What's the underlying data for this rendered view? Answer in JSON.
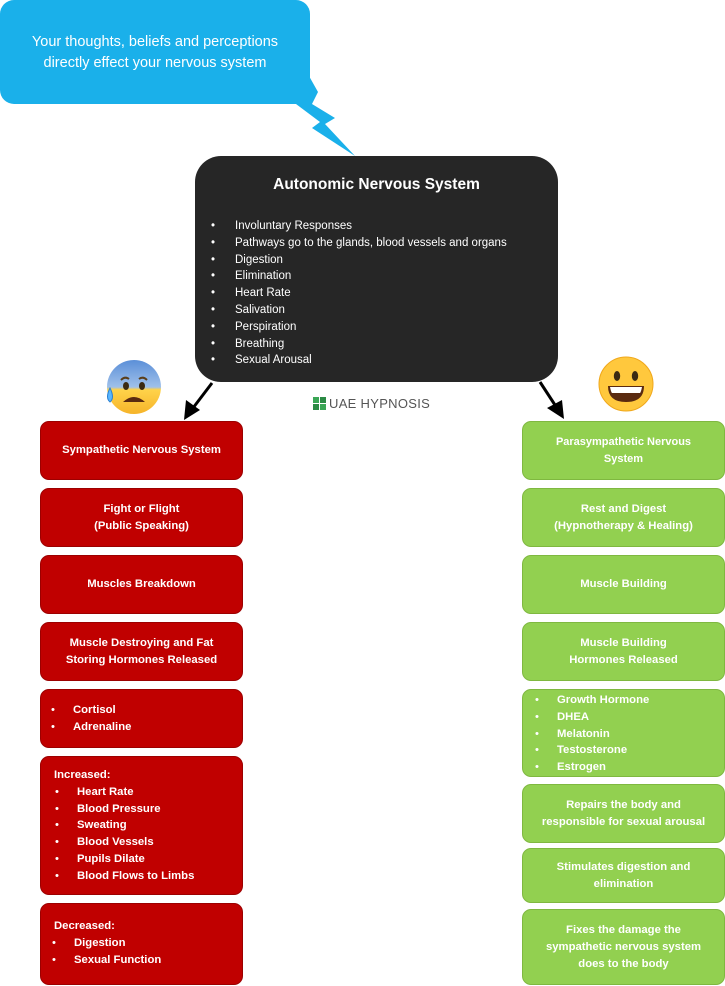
{
  "bubble": {
    "line1": "Your thoughts, beliefs and perceptions",
    "line2": "directly effect your nervous system"
  },
  "ans": {
    "title": "Autonomic Nervous System",
    "items": [
      "Involuntary Responses",
      "Pathways go to the glands, blood vessels and organs",
      "Digestion",
      "Elimination",
      "Heart Rate",
      "Salivation",
      "Perspiration",
      "Breathing",
      "Sexual Arousal"
    ]
  },
  "logo": {
    "text": "UAE HYPNOSIS"
  },
  "sympathetic": {
    "title": "Sympathetic Nervous System",
    "fight_1": "Fight or Flight",
    "fight_2": "(Public Speaking)",
    "breakdown": "Muscles Breakdown",
    "hormones_1": "Muscle Destroying and Fat",
    "hormones_2": "Storing Hormones Released",
    "stress_hormones": [
      "Cortisol",
      "Adrenaline"
    ],
    "increased_label": "Increased:",
    "increased": [
      "Heart Rate",
      "Blood Pressure",
      "Sweating",
      "Blood Vessels",
      "Pupils Dilate",
      "Blood Flows to Limbs"
    ],
    "decreased_label": "Decreased:",
    "decreased": [
      "Digestion",
      "Sexual Function"
    ]
  },
  "parasympathetic": {
    "title_1": "Parasympathetic Nervous",
    "title_2": "System",
    "rest_1": "Rest and Digest",
    "rest_2": "(Hypnotherapy & Healing)",
    "building": "Muscle Building",
    "hormones_1": "Muscle Building",
    "hormones_2": "Hormones Released",
    "hormone_list": [
      "Growth Hormone",
      "DHEA",
      "Melatonin",
      "Testosterone",
      "Estrogen"
    ],
    "repairs_1": "Repairs the body and",
    "repairs_2": "responsible for sexual arousal",
    "stimulates_1": "Stimulates digestion and",
    "stimulates_2": "elimination",
    "fixes_1": "Fixes the damage the",
    "fixes_2": "sympathetic nervous system",
    "fixes_3": "does to the body"
  },
  "colors": {
    "bubble": "#1ab0ea",
    "central": "#262626",
    "sympathetic": "#c00000",
    "parasympathetic": "#92d050"
  },
  "icons": [
    "anxious-sweat-emoji-icon",
    "grinning-emoji-icon",
    "arrow-down-left-icon",
    "arrow-down-right-icon"
  ]
}
